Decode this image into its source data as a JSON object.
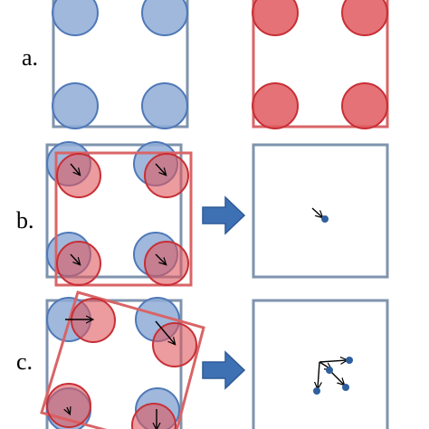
{
  "rows": [
    {
      "label": "a."
    },
    {
      "label": "b."
    },
    {
      "label": "c."
    }
  ],
  "colors": {
    "blue_fill": "#8eabd6",
    "blue_stroke": "#4f78b8",
    "red_fill": "#e0595e",
    "red_stroke": "#c72f36",
    "box_blue": "#7f93ad",
    "box_red": "#d96466",
    "arrow_fill": "#3e70b4",
    "point": "#2f5f9e",
    "vector": "#000000"
  },
  "icons": {
    "transform_arrow": "block-arrow-right-icon",
    "displacement": "vector-arrow-icon"
  }
}
